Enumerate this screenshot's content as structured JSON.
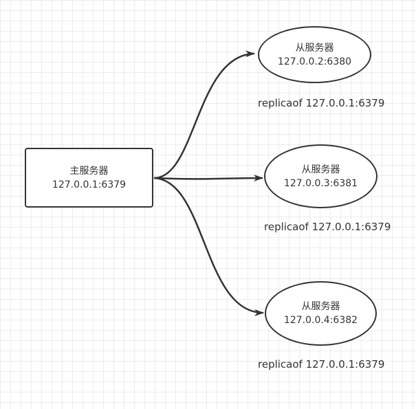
{
  "colors": {
    "stroke": "#333333",
    "background": "#ffffff",
    "grid": "#e6e6e6"
  },
  "master": {
    "title": "主服务器",
    "address": "127.0.0.1:6379"
  },
  "replicas": [
    {
      "title": "从服务器",
      "address": "127.0.0.2:6380",
      "command": "replicaof 127.0.0.1:6379"
    },
    {
      "title": "从服务器",
      "address": "127.0.0.3:6381",
      "command": "replicaof 127.0.0.1:6379"
    },
    {
      "title": "从服务器",
      "address": "127.0.0.4:6382",
      "command": "replicaof 127.0.0.1:6379"
    }
  ]
}
